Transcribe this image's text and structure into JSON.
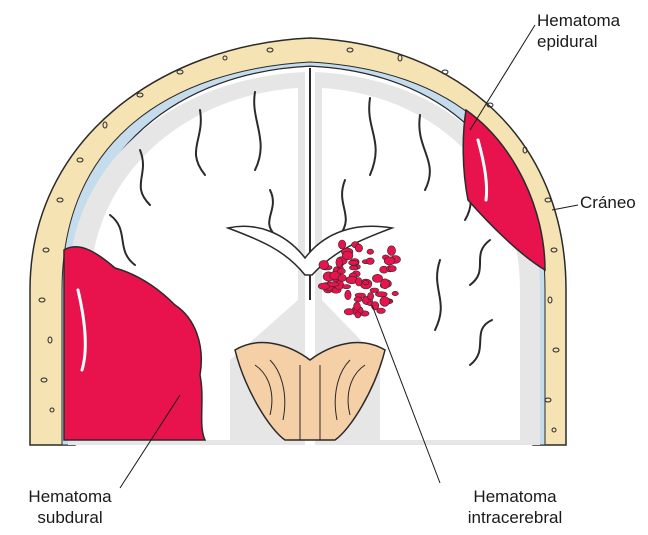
{
  "labels": {
    "epidural": [
      "Hematoma",
      "epidural"
    ],
    "skull": "Cráneo",
    "subdural": [
      "Hematoma",
      "subdural"
    ],
    "intracerebral": [
      "Hematoma",
      "intracerebral"
    ]
  },
  "colors": {
    "bone": "#f5e3b4",
    "bone_outline": "#2a2a2a",
    "dura": "#c5dced",
    "cortex_gray": "#e6e6e6",
    "white_matter": "#ffffff",
    "blood": "#e8134d",
    "brainstem": "#f5cfa6",
    "leader_line": "#1a1a1a"
  }
}
